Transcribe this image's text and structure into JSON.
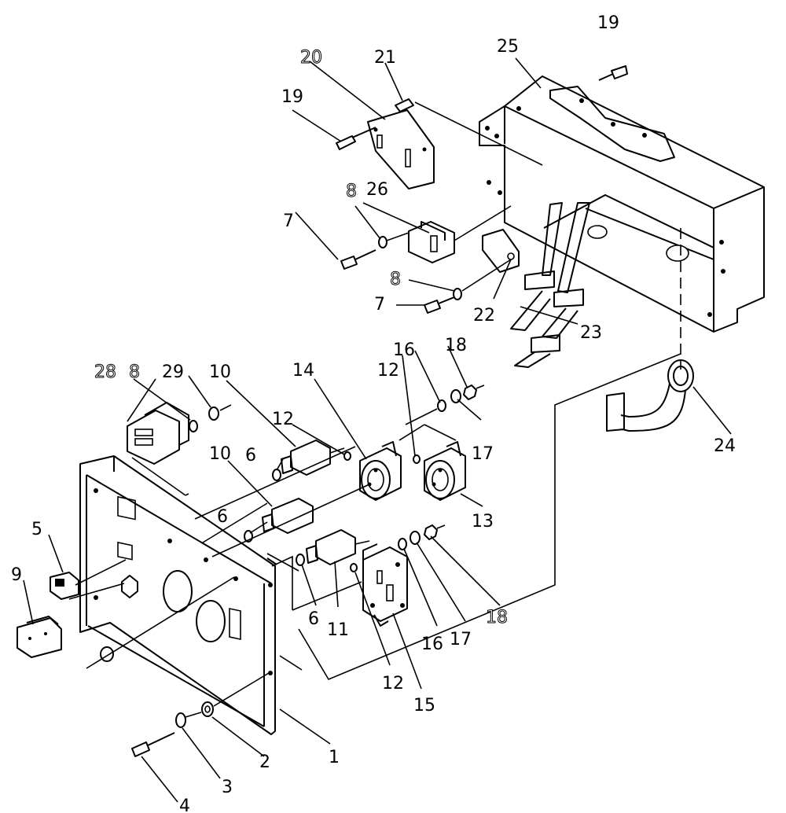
{
  "callouts": [
    {
      "id": "c1",
      "text": "1"
    },
    {
      "id": "c2",
      "text": "2"
    },
    {
      "id": "c3",
      "text": "3"
    },
    {
      "id": "c4",
      "text": "4"
    },
    {
      "id": "c5",
      "text": "5"
    },
    {
      "id": "c6a",
      "text": "6"
    },
    {
      "id": "c6b",
      "text": "6"
    },
    {
      "id": "c6c",
      "text": "6"
    },
    {
      "id": "c7a",
      "text": "7"
    },
    {
      "id": "c7b",
      "text": "7"
    },
    {
      "id": "c8a",
      "text": "8"
    },
    {
      "id": "c8b",
      "text": "8"
    },
    {
      "id": "c8c",
      "text": "8"
    },
    {
      "id": "c9",
      "text": "9"
    },
    {
      "id": "c10a",
      "text": "10"
    },
    {
      "id": "c10b",
      "text": "10"
    },
    {
      "id": "c11",
      "text": "11"
    },
    {
      "id": "c12a",
      "text": "12"
    },
    {
      "id": "c12b",
      "text": "12"
    },
    {
      "id": "c12c",
      "text": "12"
    },
    {
      "id": "c13",
      "text": "13"
    },
    {
      "id": "c14",
      "text": "14"
    },
    {
      "id": "c15",
      "text": "15"
    },
    {
      "id": "c16a",
      "text": "16"
    },
    {
      "id": "c16b",
      "text": "16"
    },
    {
      "id": "c17a",
      "text": "17"
    },
    {
      "id": "c17b",
      "text": "17"
    },
    {
      "id": "c18a",
      "text": "18"
    },
    {
      "id": "c18b",
      "text": "18"
    },
    {
      "id": "c19a",
      "text": "19"
    },
    {
      "id": "c19b",
      "text": "19"
    },
    {
      "id": "c20",
      "text": "20"
    },
    {
      "id": "c21",
      "text": "21"
    },
    {
      "id": "c22",
      "text": "22"
    },
    {
      "id": "c23",
      "text": "23"
    },
    {
      "id": "c24",
      "text": "24"
    },
    {
      "id": "c25",
      "text": "25"
    },
    {
      "id": "c26",
      "text": "26"
    },
    {
      "id": "c28",
      "text": "28"
    },
    {
      "id": "c29",
      "text": "29"
    }
  ]
}
